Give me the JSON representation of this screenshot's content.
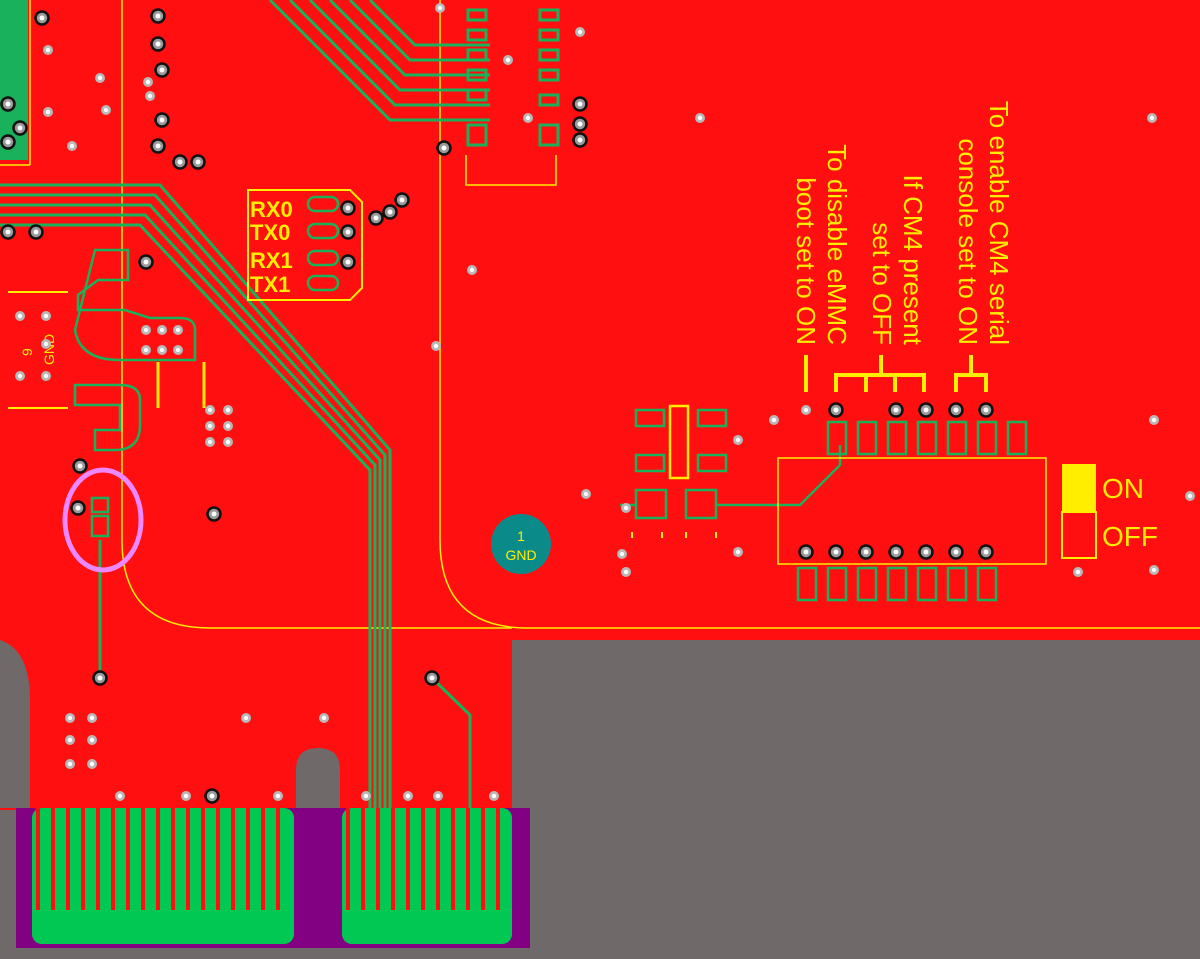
{
  "colors": {
    "copper_red": "#ff0f0f",
    "trace_green": "#19b25a",
    "pad_green": "#00c853",
    "silkscreen_yellow": "#ffee00",
    "keepout_grey": "#6f6a69",
    "purple": "#820082",
    "violet_marker": "#ee88ff",
    "teal_fiducial": "#0b8a8a"
  },
  "uart_labels": [
    "RX0",
    "TX0",
    "RX1",
    "TX1"
  ],
  "gnd_rotated_label": "GND",
  "gnd_rotated_number": "9",
  "fiducial": {
    "number": "1",
    "label": "GND"
  },
  "annotations": {
    "emmc": [
      "To disable eMMC",
      "boot set to ON"
    ],
    "cm4_present": [
      "If CM4 present",
      "set to OFF"
    ],
    "serial_console": [
      "To enable CM4 serial",
      "console set to ON"
    ]
  },
  "switch_legend": {
    "on": "ON",
    "off": "OFF"
  }
}
